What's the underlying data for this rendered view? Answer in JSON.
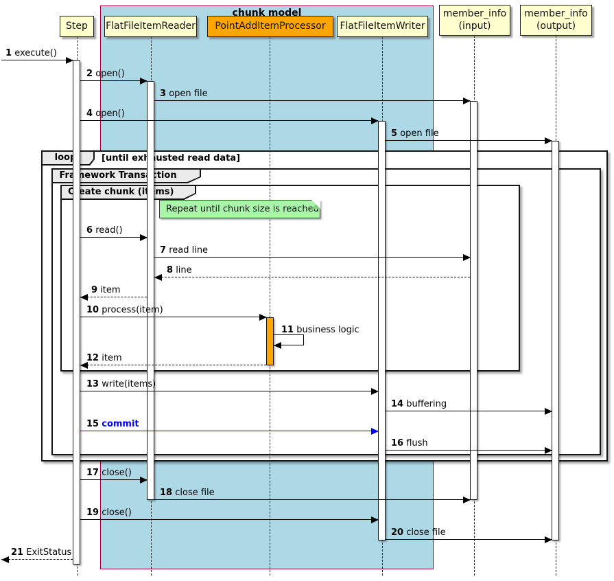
{
  "diagram_type": "plantuml-sequence",
  "chunk_box": {
    "title": "chunk model",
    "fill": "#ADD8E6",
    "border": "#A80036"
  },
  "participants": [
    {
      "name": "Step",
      "fill": "#FEFECE",
      "in_chunk_box": false
    },
    {
      "name": "FlatFileItemReader",
      "fill": "#FEFECE",
      "in_chunk_box": true
    },
    {
      "name": "PointAddItemProcessor",
      "fill": "#FFA500",
      "in_chunk_box": true
    },
    {
      "name": "FlatFileItemWriter",
      "fill": "#FEFECE",
      "in_chunk_box": true
    },
    {
      "name": "member_info\n(input)",
      "fill": "#FEFECE",
      "in_chunk_box": false
    },
    {
      "name": "member_info\n(output)",
      "fill": "#FEFECE",
      "in_chunk_box": false
    }
  ],
  "frames": {
    "loop": {
      "label": "loop",
      "guard": "[until exhausted read data]"
    },
    "transaction": {
      "label": "Framework Transaction"
    },
    "chunk": {
      "label": "Create chunk (items)"
    }
  },
  "note": {
    "text": "Repeat until chunk size is reached",
    "fill": "#A9F5A9"
  },
  "messages": [
    {
      "num": "1",
      "text": "execute()",
      "from": "external",
      "to": "Step",
      "style": "solid"
    },
    {
      "num": "2",
      "text": "open()",
      "from": "Step",
      "to": "FlatFileItemReader",
      "style": "solid"
    },
    {
      "num": "3",
      "text": "open file",
      "from": "FlatFileItemReader",
      "to": "member_info (input)",
      "style": "solid"
    },
    {
      "num": "4",
      "text": "open()",
      "from": "Step",
      "to": "FlatFileItemWriter",
      "style": "solid"
    },
    {
      "num": "5",
      "text": "open file",
      "from": "FlatFileItemWriter",
      "to": "member_info (output)",
      "style": "solid"
    },
    {
      "num": "6",
      "text": "read()",
      "from": "Step",
      "to": "FlatFileItemReader",
      "style": "solid"
    },
    {
      "num": "7",
      "text": "read line",
      "from": "FlatFileItemReader",
      "to": "member_info (input)",
      "style": "solid"
    },
    {
      "num": "8",
      "text": "line",
      "from": "member_info (input)",
      "to": "FlatFileItemReader",
      "style": "dashed-return"
    },
    {
      "num": "9",
      "text": "item",
      "from": "FlatFileItemReader",
      "to": "Step",
      "style": "dashed-return"
    },
    {
      "num": "10",
      "text": "process(item)",
      "from": "Step",
      "to": "PointAddItemProcessor",
      "style": "solid"
    },
    {
      "num": "11",
      "text": "business logic",
      "from": "PointAddItemProcessor",
      "to": "PointAddItemProcessor",
      "style": "self"
    },
    {
      "num": "12",
      "text": "item",
      "from": "PointAddItemProcessor",
      "to": "Step",
      "style": "dashed-return"
    },
    {
      "num": "13",
      "text": "write(items)",
      "from": "Step",
      "to": "FlatFileItemWriter",
      "style": "solid"
    },
    {
      "num": "14",
      "text": "buffering",
      "from": "FlatFileItemWriter",
      "to": "member_info (output)",
      "style": "solid"
    },
    {
      "num": "15",
      "text": "commit",
      "from": "Step",
      "to": "FlatFileItemWriter",
      "style": "solid-blue",
      "color": "#0000FF"
    },
    {
      "num": "16",
      "text": "flush",
      "from": "FlatFileItemWriter",
      "to": "member_info (output)",
      "style": "solid"
    },
    {
      "num": "17",
      "text": "close()",
      "from": "Step",
      "to": "FlatFileItemReader",
      "style": "solid"
    },
    {
      "num": "18",
      "text": "close file",
      "from": "FlatFileItemReader",
      "to": "member_info (input)",
      "style": "solid"
    },
    {
      "num": "19",
      "text": "close()",
      "from": "Step",
      "to": "FlatFileItemWriter",
      "style": "solid"
    },
    {
      "num": "20",
      "text": "close file",
      "from": "FlatFileItemWriter",
      "to": "member_info (output)",
      "style": "solid"
    },
    {
      "num": "21",
      "text": "ExitStatus",
      "from": "Step",
      "to": "external",
      "style": "dashed-return"
    }
  ],
  "colors": {
    "participant_fill": "#FEFECE",
    "processor_fill": "#FFA500",
    "chunk_box_fill": "#ADD8E6",
    "chunk_box_border": "#A80036",
    "note_fill": "#A9F5A9",
    "commit_arrow": "#0000FF",
    "frame_header_fill": "#EBEBEB"
  }
}
